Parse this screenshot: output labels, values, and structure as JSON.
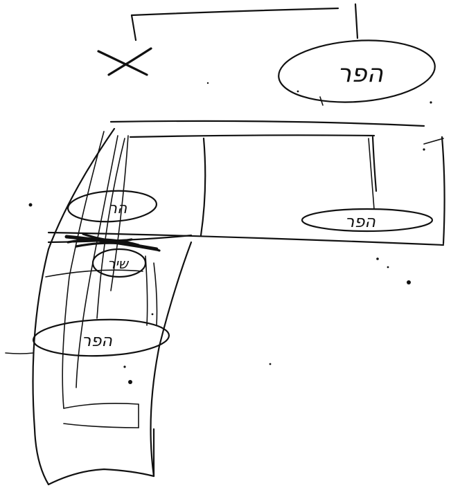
{
  "labels": {
    "top_oval": "הפר",
    "right_oval": "הפר",
    "upper_left_oval": "הר",
    "mid_left_oval": "שיר",
    "lower_left_oval": "הפר"
  },
  "ink_color": "#111111",
  "background": "#ffffff"
}
